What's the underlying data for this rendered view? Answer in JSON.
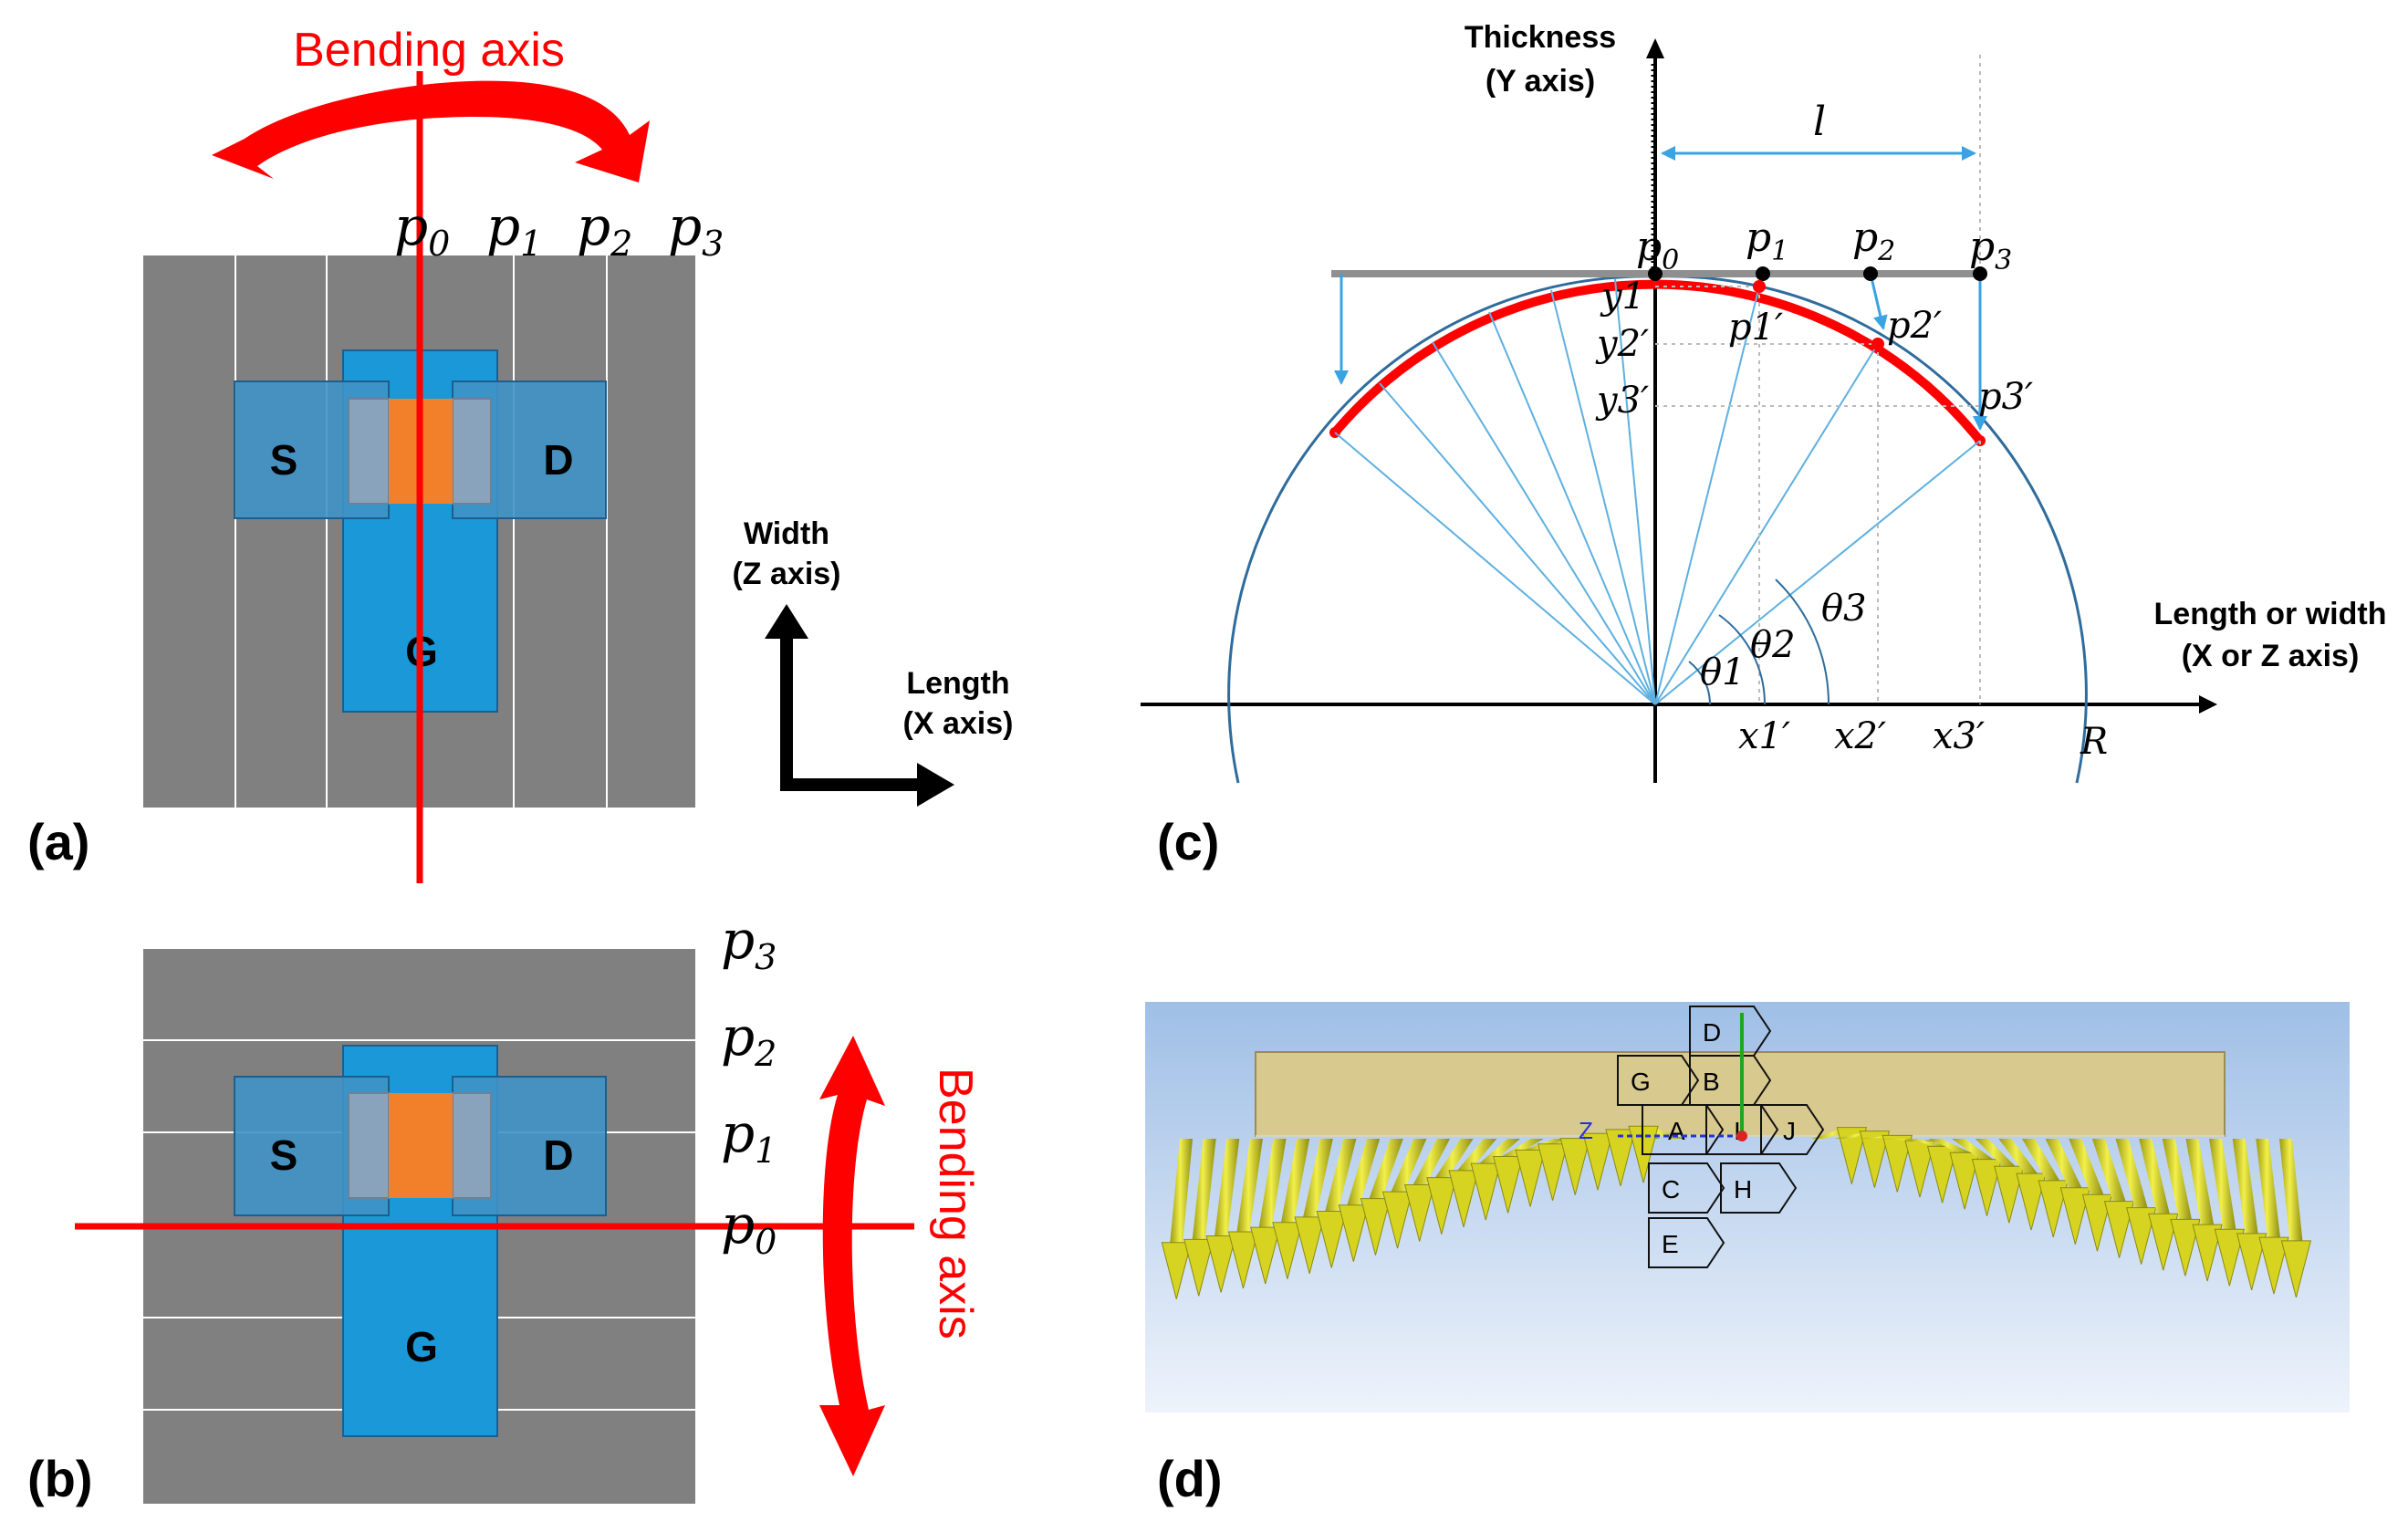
{
  "panel_labels": {
    "a": "(a)",
    "b": "(b)",
    "c": "(c)",
    "d": "(d)"
  },
  "bending_axis_label": "Bending axis",
  "device": {
    "source": "S",
    "drain": "D",
    "gate": "G"
  },
  "points": {
    "p0": "p0",
    "p1": "p1",
    "p2": "p2",
    "p3": "p3"
  },
  "axes_ab": {
    "width": "Width",
    "width_axis": "(Z axis)",
    "length": "Length",
    "length_axis": "(X axis)"
  },
  "plot_c": {
    "thickness": "Thickness",
    "y_axis": "(Y axis)",
    "length_or_width": "Length or width",
    "xz_axis": "(X or Z axis)",
    "l": "l",
    "R": "R",
    "p1_prime": "p1′",
    "p2_prime": "p2′",
    "p3_prime": "p3′",
    "y1": "y1",
    "y2_prime": "y2′",
    "y3_prime": "y3′",
    "theta1": "θ1",
    "theta2": "θ2",
    "theta3": "θ3",
    "x1_prime": "x1′",
    "x2_prime": "x2′",
    "x3_prime": "x3′"
  },
  "sim_d": {
    "axis_z": "Z",
    "boxes": [
      "D",
      "G",
      "B",
      "A",
      "I",
      "J",
      "C",
      "H",
      "E"
    ]
  },
  "colors": {
    "red": "#ff0000",
    "gray": "#808080",
    "blue_gate": "#1a98d8",
    "blue_sd": "#3f92c6",
    "orange": "#f27f2a",
    "light_blue_line": "#3aa3e3",
    "dark_blue_line": "#2f6c9c",
    "arrow_yellow": "#e4e21f",
    "sim_bg": "#bcd3ee",
    "sim_beam": "#d8c98e"
  }
}
